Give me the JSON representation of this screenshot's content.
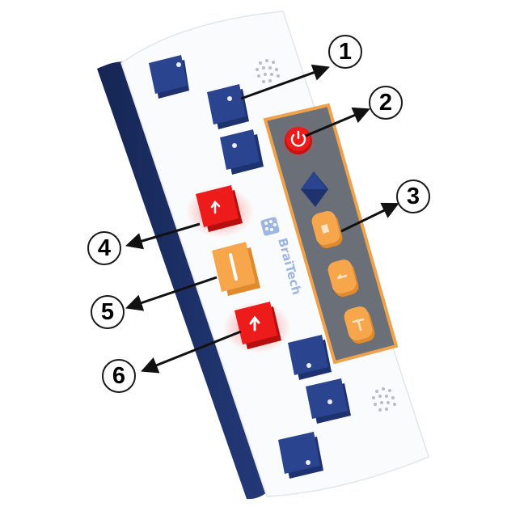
{
  "device": {
    "brand": "BraiTech",
    "colors": {
      "body": "#fafbfc",
      "side": "#1d2f66",
      "navy_key": "#2b4490",
      "red_key": "#ee1b1b",
      "orange_key": "#f7a64c",
      "panel": "#6b6f78",
      "panel_border": "#f0a24b"
    }
  },
  "callouts": [
    {
      "number": "1",
      "target": "navy key"
    },
    {
      "number": "2",
      "target": "red power button"
    },
    {
      "number": "3",
      "target": "orange control panel"
    },
    {
      "number": "4",
      "target": "red key with up arrow"
    },
    {
      "number": "5",
      "target": "orange space bar"
    },
    {
      "number": "6",
      "target": "red key with up arrow"
    }
  ]
}
